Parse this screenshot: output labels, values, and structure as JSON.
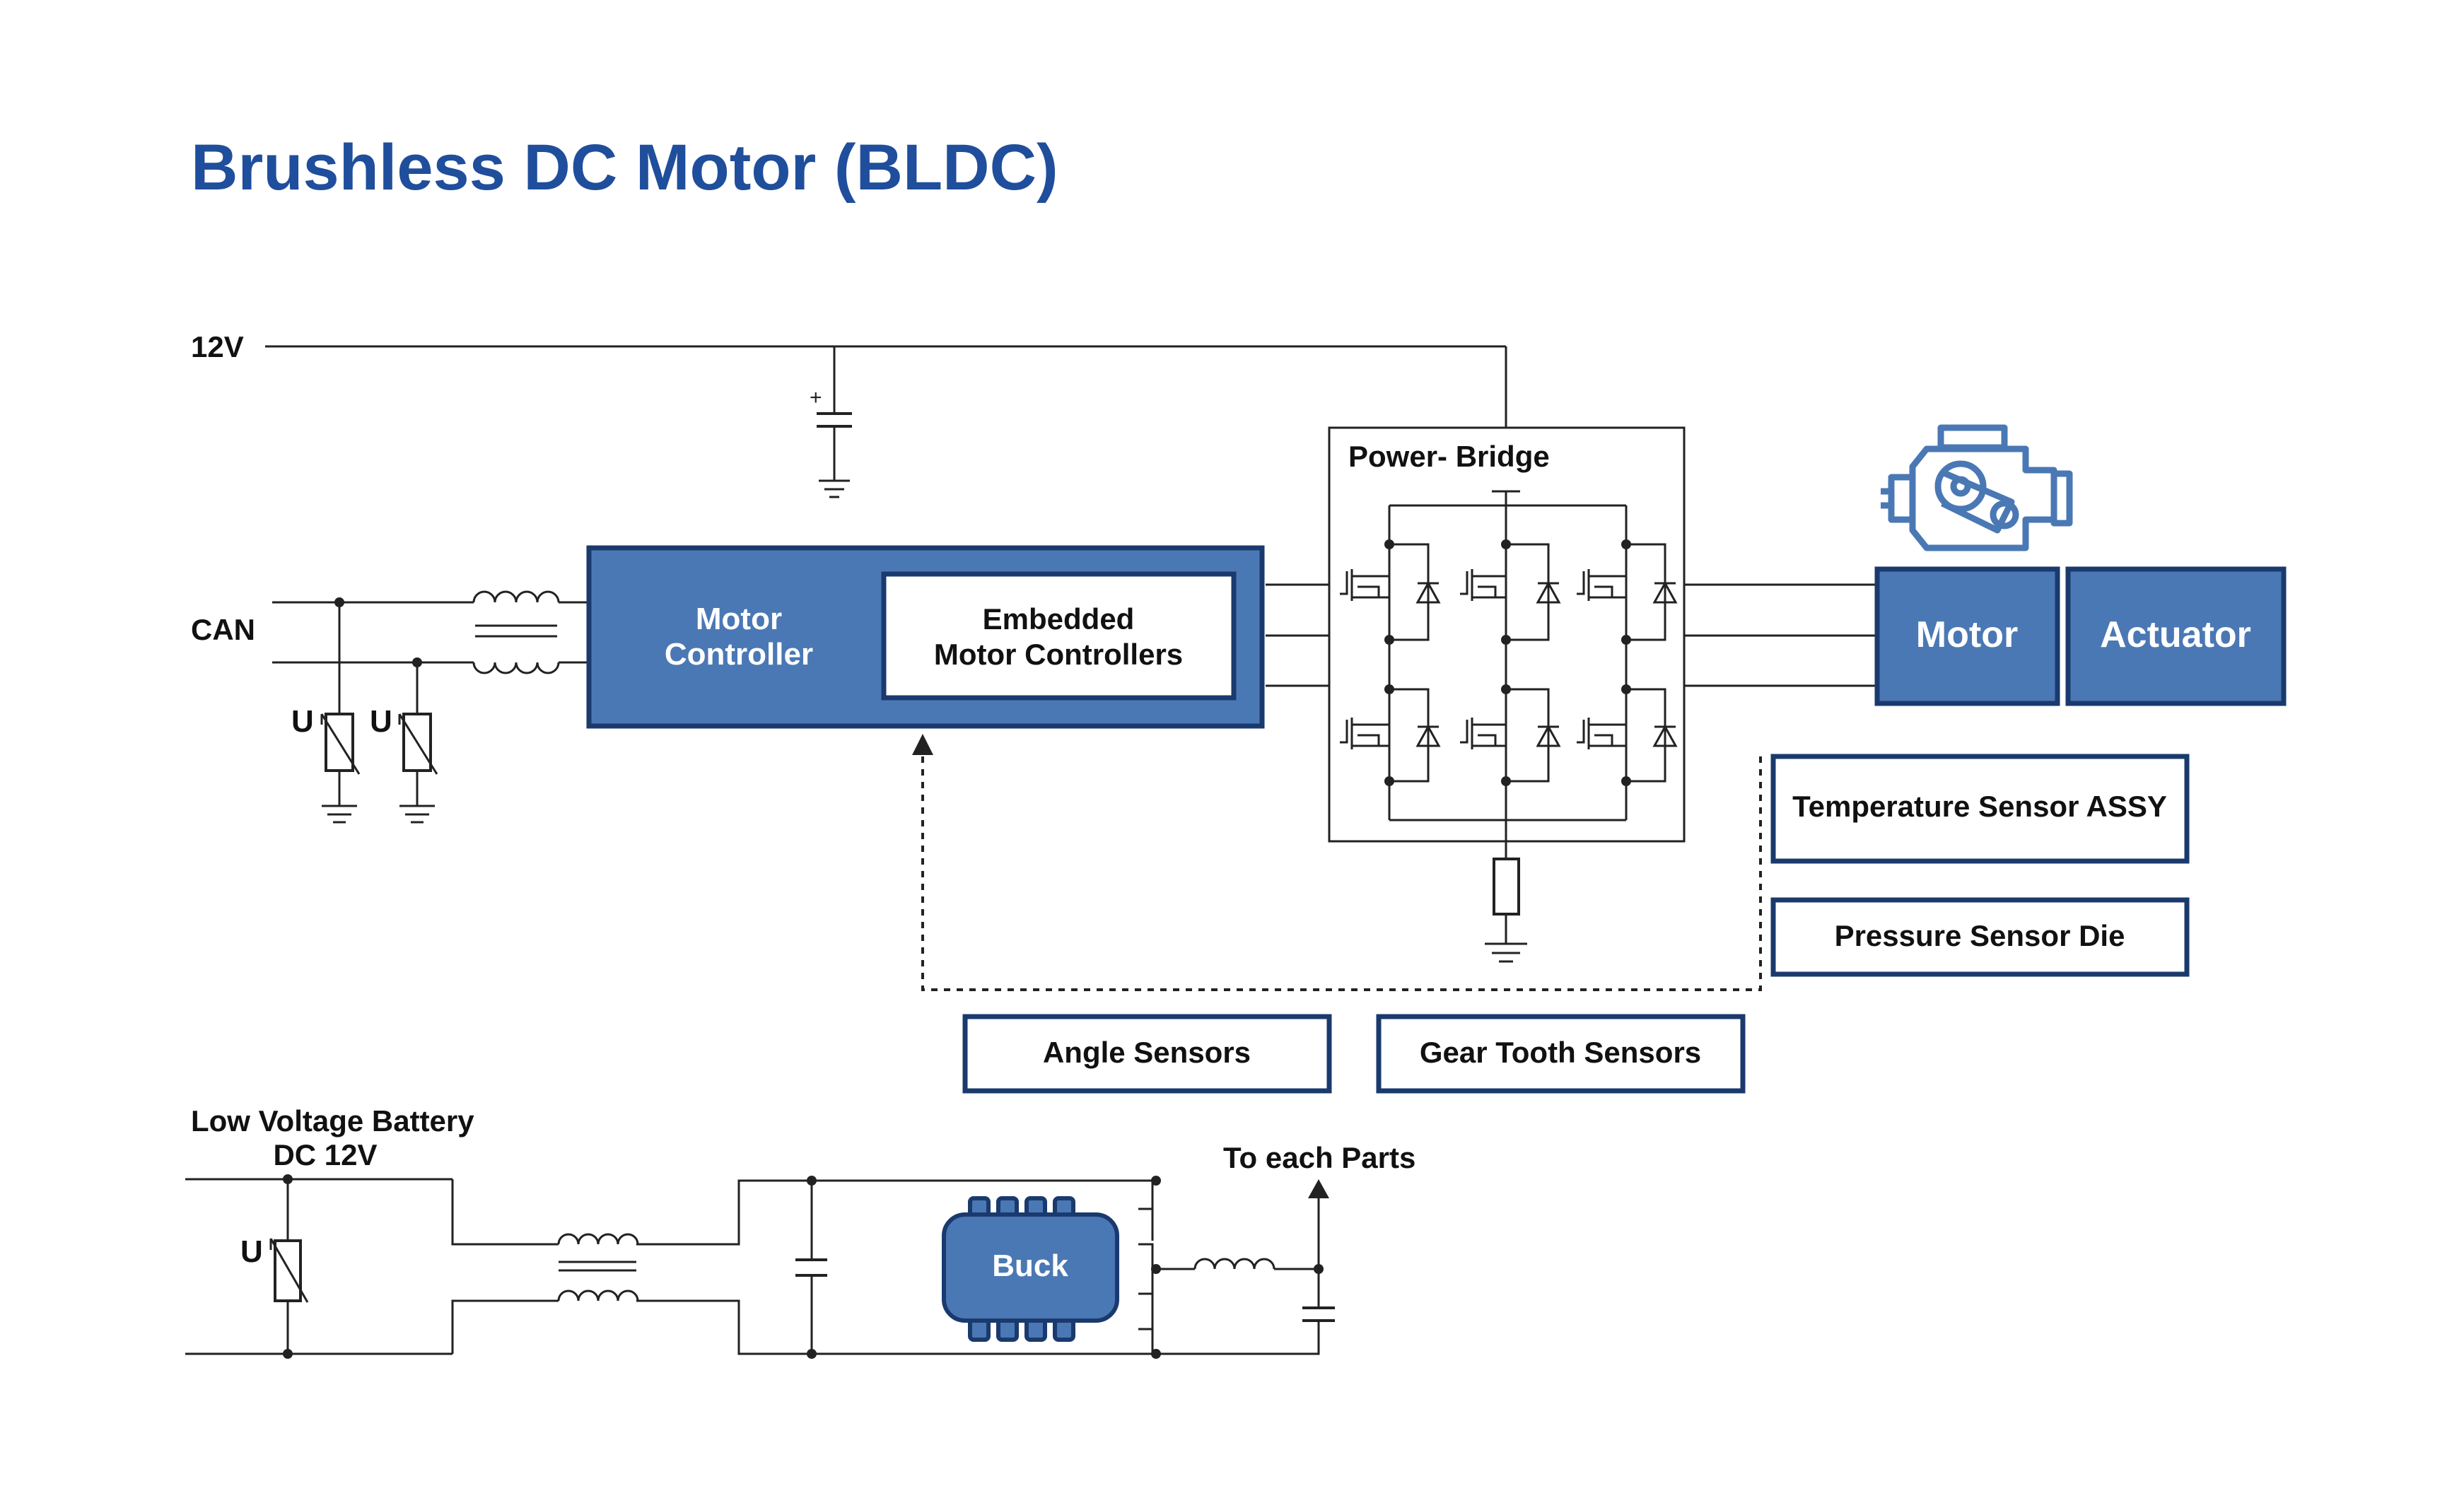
{
  "title": "Brushless DC Motor (BLDC)",
  "labels": {
    "supply_12v": "12V",
    "can": "CAN",
    "power_bridge": "Power- Bridge",
    "battery_line1": "Low Voltage Battery",
    "battery_line2": "DC 12V",
    "to_each_parts": "To each Parts",
    "cap_plus": "+",
    "varistor_u": "U"
  },
  "blocks": {
    "motor_controller_line1": "Motor",
    "motor_controller_line2": "Controller",
    "embedded_line1": "Embedded",
    "embedded_line2": "Motor Controllers",
    "motor": "Motor",
    "actuator": "Actuator",
    "buck": "Buck"
  },
  "sensors": {
    "temperature": "Temperature Sensor ASSY",
    "pressure": "Pressure Sensor Die",
    "angle": "Angle Sensors",
    "gear_tooth": "Gear Tooth Sensors"
  },
  "colors": {
    "title": "#1f4e9c",
    "block_fill": "#4a78b4",
    "block_border": "#1a3a6e",
    "wire": "#222222"
  },
  "icons": {
    "engine": "engine-icon"
  }
}
